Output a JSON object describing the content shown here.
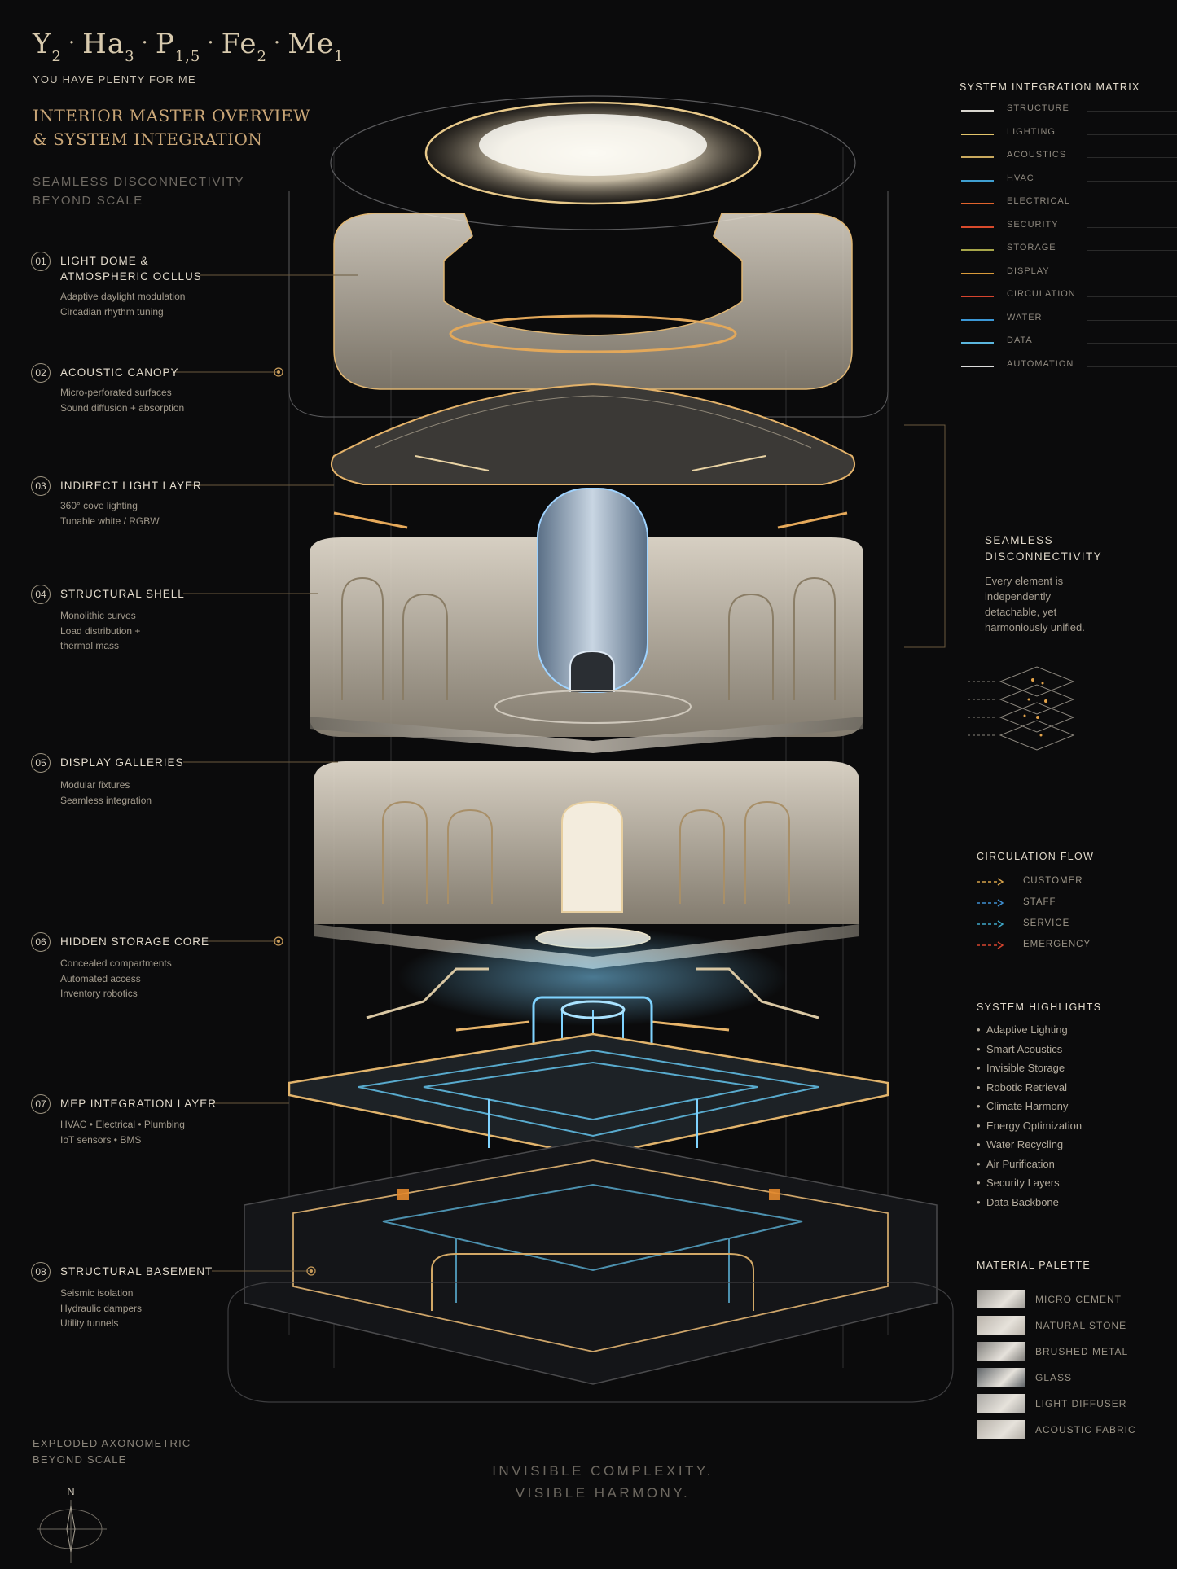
{
  "header": {
    "formula": [
      {
        "el": "Y",
        "sub": "2"
      },
      {
        "el": "Ha",
        "sub": "3"
      },
      {
        "el": "P",
        "sub": "1,5"
      },
      {
        "el": "Fe",
        "sub": "2"
      },
      {
        "el": "Me",
        "sub": "1"
      }
    ],
    "formula_separator": "·",
    "tagline": "YOU HAVE PLENTY FOR ME",
    "title_line1": "INTERIOR MASTER OVERVIEW",
    "title_line2": "& SYSTEM INTEGRATION",
    "subtitle_line1": "SEAMLESS DISCONNECTIVITY",
    "subtitle_line2": "BEYOND SCALE"
  },
  "annotations": [
    {
      "num": "01",
      "title_lines": [
        "LIGHT DOME &",
        "ATMOSPHERIC OCLLUS"
      ],
      "desc": [
        "Adaptive daylight modulation",
        "Circadian rhythm tuning"
      ]
    },
    {
      "num": "02",
      "title_lines": [
        "ACOUSTIC CANOPY"
      ],
      "desc": [
        "Micro-perforated surfaces",
        "Sound diffusion + absorption"
      ]
    },
    {
      "num": "03",
      "title_lines": [
        "INDIRECT LIGHT LAYER"
      ],
      "desc": [
        "360° cove lighting",
        "Tunable white / RGBW"
      ]
    },
    {
      "num": "04",
      "title_lines": [
        "STRUCTURAL SHELL"
      ],
      "desc": [
        "Monolithic curves",
        "Load distribution +",
        "thermal mass"
      ]
    },
    {
      "num": "05",
      "title_lines": [
        "DISPLAY GALLERIES"
      ],
      "desc": [
        "Modular fixtures",
        "Seamless integration"
      ]
    },
    {
      "num": "06",
      "title_lines": [
        "HIDDEN STORAGE CORE"
      ],
      "desc": [
        "Concealed compartments",
        "Automated access",
        "Inventory robotics"
      ]
    },
    {
      "num": "07",
      "title_lines": [
        "MEP INTEGRATION LAYER"
      ],
      "desc": [
        "HVAC • Electrical • Plumbing",
        "IoT sensors • BMS"
      ]
    },
    {
      "num": "08",
      "title_lines": [
        "STRUCTURAL BASEMENT"
      ],
      "desc": [
        "Seismic isolation",
        "Hydraulic dampers",
        "Utility tunnels"
      ]
    }
  ],
  "matrix": {
    "title": "SYSTEM INTEGRATION MATRIX",
    "items": [
      {
        "label": "STRUCTURE",
        "color": "#d9d6cf"
      },
      {
        "label": "LIGHTING",
        "color": "#e3c46a"
      },
      {
        "label": "ACOUSTICS",
        "color": "#c9a95e"
      },
      {
        "label": "HVAC",
        "color": "#3f9fd1"
      },
      {
        "label": "ELECTRICAL",
        "color": "#e0632c"
      },
      {
        "label": "SECURITY",
        "color": "#d94a2c"
      },
      {
        "label": "STORAGE",
        "color": "#a7a64a"
      },
      {
        "label": "DISPLAY",
        "color": "#d99a3a"
      },
      {
        "label": "CIRCULATION",
        "color": "#d6442e"
      },
      {
        "label": "WATER",
        "color": "#3c98d6"
      },
      {
        "label": "DATA",
        "color": "#5bb6de"
      },
      {
        "label": "AUTOMATION",
        "color": "#dcdcdc"
      }
    ]
  },
  "seamless": {
    "title_line1": "SEAMLESS",
    "title_line2": "DISCONNECTIVITY",
    "body": "Every element is independently detachable, yet harmoniously unified."
  },
  "circulation": {
    "title": "CIRCULATION FLOW",
    "items": [
      {
        "label": "CUSTOMER",
        "color": "#d6a24a"
      },
      {
        "label": "STAFF",
        "color": "#3f8fd1"
      },
      {
        "label": "SERVICE",
        "color": "#3fa8c9"
      },
      {
        "label": "EMERGENCY",
        "color": "#d6442e"
      }
    ]
  },
  "highlights": {
    "title": "SYSTEM HIGHLIGHTS",
    "bullet": "•",
    "items": [
      "Adaptive Lighting",
      "Smart Acoustics",
      "Invisible Storage",
      "Robotic Retrieval",
      "Climate Harmony",
      "Energy Optimization",
      "Water Recycling",
      "Air Purification",
      "Security Layers",
      "Data Backbone"
    ]
  },
  "materials": {
    "title": "MATERIAL PALETTE",
    "items": [
      {
        "label": "MICRO CEMENT",
        "color": "#9d9a95"
      },
      {
        "label": "NATURAL STONE",
        "color": "#b9b3aa"
      },
      {
        "label": "BRUSHED METAL",
        "color": "#7f7d7a"
      },
      {
        "label": "GLASS",
        "color": "#5d6266"
      },
      {
        "label": "LIGHT DIFFUSER",
        "color": "#a9a7a3"
      },
      {
        "label": "ACOUSTIC FABRIC",
        "color": "#b3aea6"
      }
    ]
  },
  "footer": {
    "left_line1": "EXPLODED AXONOMETRIC",
    "left_line2": "BEYOND SCALE",
    "compass_label": "N",
    "caption_line1": "INVISIBLE COMPLEXITY.",
    "caption_line2": "VISIBLE HARMONY."
  }
}
